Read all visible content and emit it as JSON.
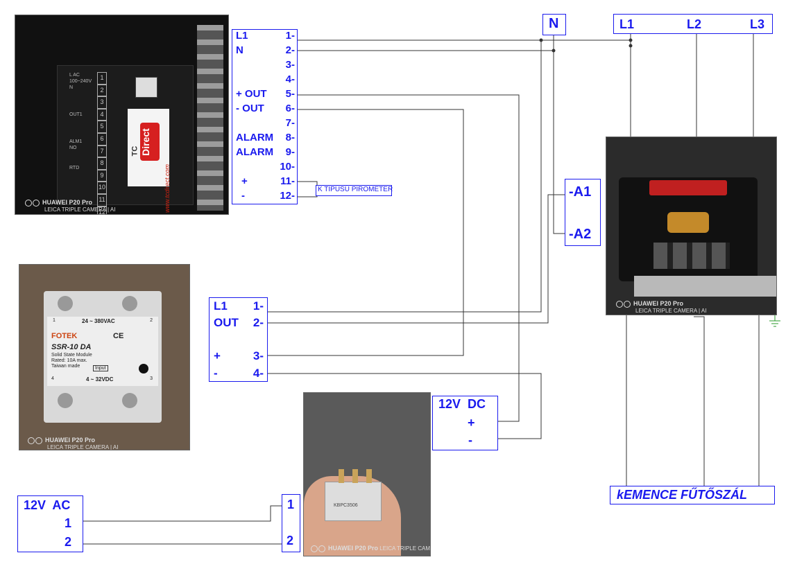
{
  "controller": {
    "rows": [
      {
        "left": "L1",
        "num": "1-"
      },
      {
        "left": "N",
        "num": "2-"
      },
      {
        "left": "",
        "num": "3-"
      },
      {
        "left": "",
        "num": "4-"
      },
      {
        "left": "+ OUT",
        "num": "5-"
      },
      {
        "left": "- OUT",
        "num": "6-"
      },
      {
        "left": "",
        "num": "7-"
      },
      {
        "left": "ALARM",
        "num": "8-"
      },
      {
        "left": "ALARM",
        "num": "9-"
      },
      {
        "left": "",
        "num": "10-"
      },
      {
        "left": "+",
        "num": "11-"
      },
      {
        "left": "-",
        "num": "12-"
      }
    ],
    "photo_text": {
      "terminal_numbers": [
        "1",
        "2",
        "3",
        "4",
        "5",
        "6",
        "7",
        "8",
        "9",
        "10",
        "11",
        "12"
      ],
      "ac": "AC",
      "voltage": "100~240V",
      "l": "L",
      "n": "N",
      "out1": "OUT1",
      "no": "NO",
      "alm1": "ALM1",
      "rtd": "RTD",
      "tc_label": "TC",
      "logo": "Direct",
      "site": "www.tcdirect.com"
    }
  },
  "pyrometer_label": "K TIPUSÚ PIROMETER",
  "neutral": "N",
  "phases": [
    "L1",
    "L2",
    "L3"
  ],
  "contactor": {
    "a1": "-A1",
    "a2": "-A2"
  },
  "ssr": {
    "rows": [
      {
        "left": "L1",
        "num": "1-"
      },
      {
        "left": "OUT",
        "num": "2-"
      },
      {
        "left": "+",
        "num": "3-"
      },
      {
        "left": "-",
        "num": "4-"
      }
    ],
    "photo_text": {
      "brand": "FOTEK",
      "model": "SSR-10 DA",
      "desc": "Solid State Module",
      "rated": "Rated: 10A max.",
      "origin": "Taiwan made",
      "ac_range": "24 ~ 380VAC",
      "dc_range": "4 ~ 32VDC",
      "input": "Input",
      "ce": "CE",
      "t1": "1",
      "t2": "2",
      "t3": "3",
      "t4": "4"
    }
  },
  "dc_supply": {
    "title": "12V  DC",
    "plus": "+",
    "minus": "-"
  },
  "ac_supply": {
    "title": "12V  AC",
    "p1": "1",
    "p2": "2"
  },
  "bridge": {
    "p1": "1",
    "p2": "2",
    "photo_text": "KBPC3506"
  },
  "heater_label": "kEMENCE FŰTŐSZÁL",
  "watermark": {
    "line1": "HUAWEI P20 Pro",
    "line2": "LEICA TRIPLE CAMERA | AI"
  },
  "colors": {
    "accent": "#1a1aee",
    "wire": "#333333",
    "ground": "#2a9a2a"
  }
}
